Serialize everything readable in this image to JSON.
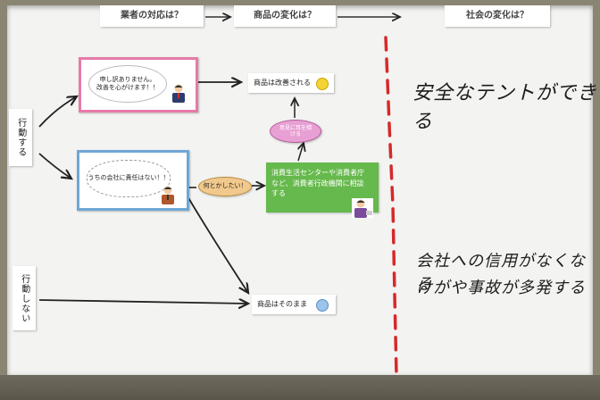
{
  "headers": {
    "company_response": "業者の対応は？",
    "product_change": "商品の変化は？",
    "society_change": "社会の変化は？"
  },
  "side_labels": {
    "act": "行動する",
    "not_act": "行動しない"
  },
  "cards": {
    "apology": "申し訳ありません。\n改善を心がけます！！",
    "improved": "商品は改善される",
    "feedback": "意見に耳を傾ける",
    "not_responsible": "うちの会社に責任はない！！",
    "help": "何とかしたい！",
    "consult": "消費生活センターや消費者庁など、消費者行政機関に相談する",
    "unchanged": "商品はそのまま"
  },
  "handwriting": {
    "safe_tent": "安全なテントができる",
    "trust_line1": "会社への信用がなくなる",
    "trust_line2": "けがや事故が多発する"
  },
  "colors": {
    "pink_border": "#e77aa8",
    "blue_border": "#6ea7d6",
    "green_card": "#66b94c",
    "divider_red": "#d52a2a"
  }
}
